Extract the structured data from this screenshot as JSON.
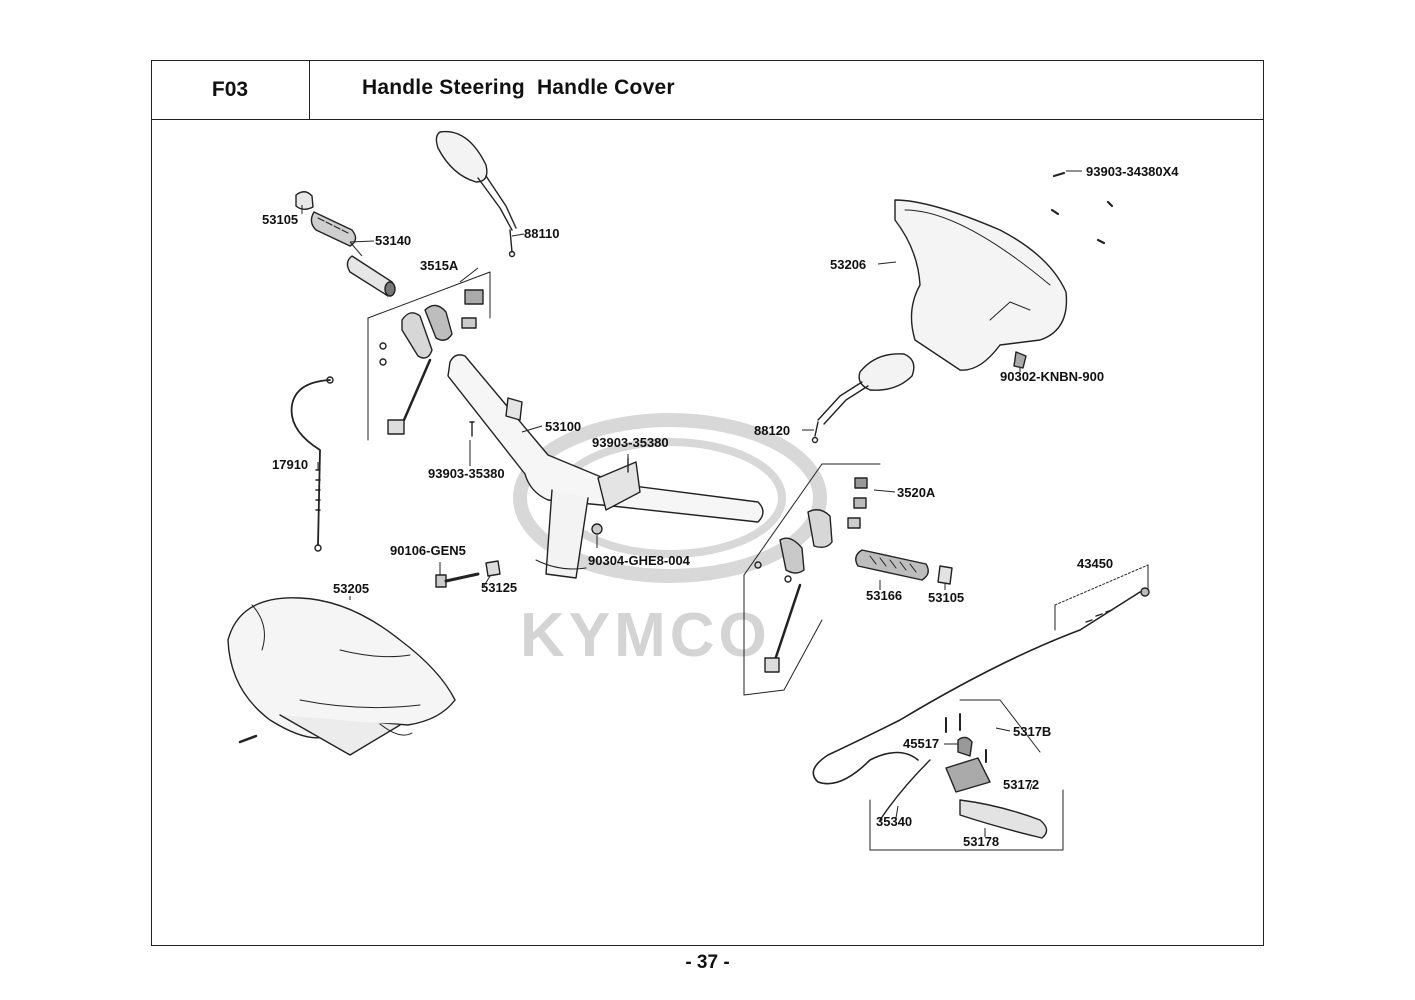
{
  "header": {
    "code": "F03",
    "title": "Handle Steering  Handle Cover"
  },
  "watermark": "KYMCO",
  "labels": {
    "p53105_l": "53105",
    "p53140": "53140",
    "p88110": "88110",
    "p3515A": "3515A",
    "p17910": "17910",
    "p53100": "53100",
    "p93903_35380_a": "93903-35380",
    "p93903_35380_b": "93903-35380",
    "p90106": "90106-GEN5",
    "p53125": "53125",
    "p90304": "90304-GHE8-004",
    "p53205": "53205",
    "p93903_34380": "93903-34380X4",
    "p53206": "53206",
    "p90302": "90302-KNBN-900",
    "p88120": "88120",
    "p3520A": "3520A",
    "p53166": "53166",
    "p53105_r": "53105",
    "p43450": "43450",
    "p5317B": "5317B",
    "p45517": "45517",
    "p53172": "53172",
    "p35340": "35340",
    "p53178": "53178"
  },
  "footer": {
    "page": "- 37 -"
  }
}
